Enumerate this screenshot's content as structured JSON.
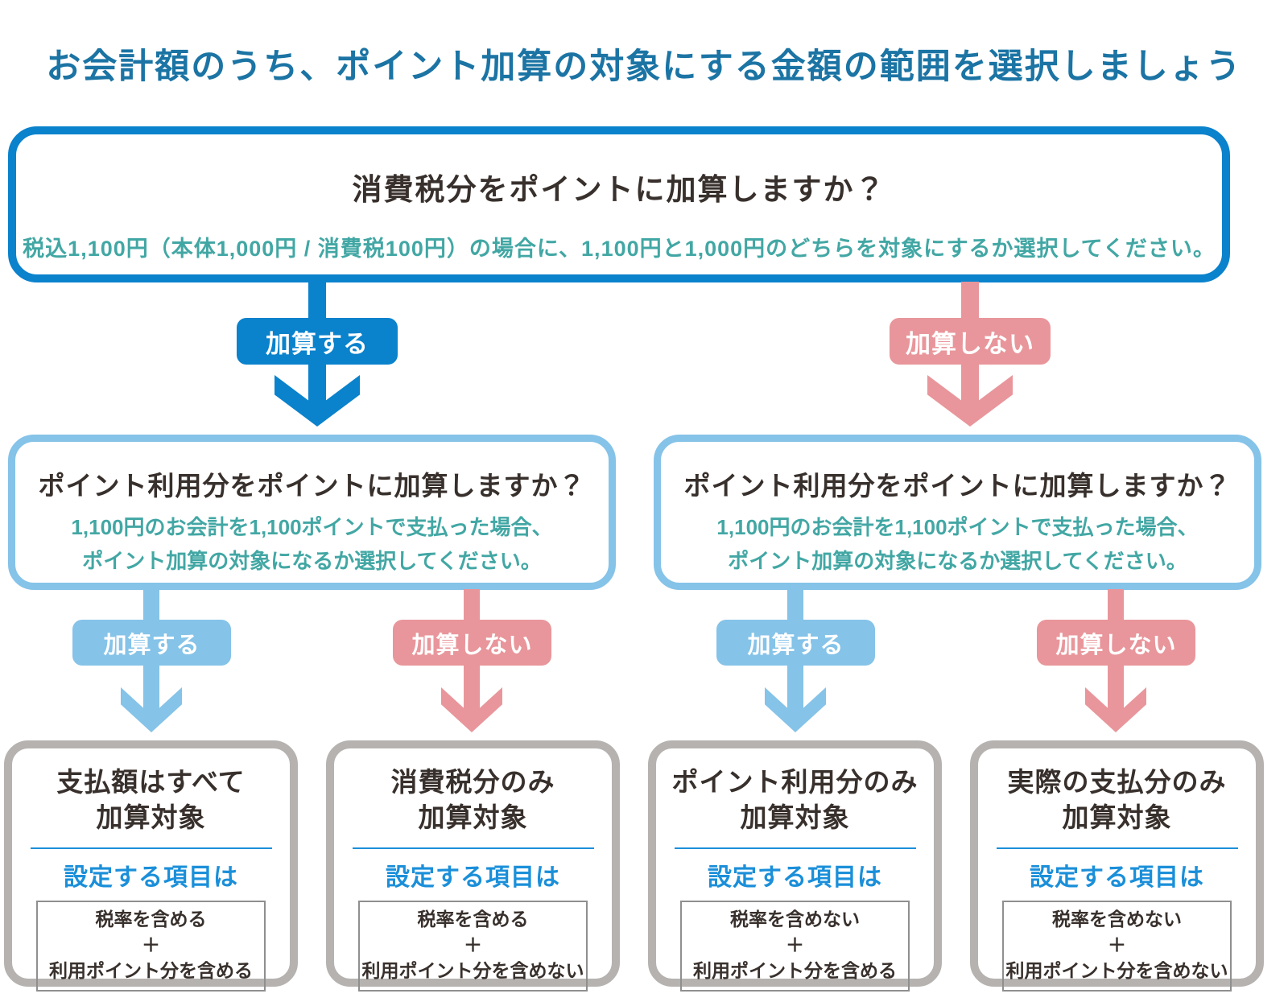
{
  "page": {
    "title": "お会計額のうち、ポイント加算の対象にする金額の範囲を選択しましょう"
  },
  "colors": {
    "blue": "#0a82cc",
    "light_blue": "#85c3e8",
    "pink": "#e8969b",
    "heading_blue": "#1b74a4",
    "teal": "#42a7a4",
    "accent_blue": "#1b8fd9",
    "dark_text": "#38302c",
    "gray_border": "#b5b2b0",
    "inner_border": "#8f8f8f"
  },
  "root_box": {
    "title": "消費税分をポイントに加算しますか？",
    "subtitle": "税込1,100円（本体1,000円 / 消費税100円）の場合に、1,100円と1,000円のどちらを対象にするか選択してください。"
  },
  "labels": {
    "add": "加算する",
    "no_add": "加算しない",
    "plus": "＋"
  },
  "level2_boxes": [
    {
      "title": "ポイント利用分をポイントに加算しますか？",
      "subtitle_line1": "1,100円のお会計を1,100ポイントで支払った場合、",
      "subtitle_line2": "ポイント加算の対象になるか選択してください。"
    },
    {
      "title": "ポイント利用分をポイントに加算しますか？",
      "subtitle_line1": "1,100円のお会計を1,100ポイントで支払った場合、",
      "subtitle_line2": "ポイント加算の対象になるか選択してください。"
    }
  ],
  "result_boxes": [
    {
      "title_line1": "支払額はすべて",
      "title_line2": "加算対象",
      "settings_label": "設定する項目は",
      "item1": "税率を含める",
      "item2": "利用ポイント分を含める"
    },
    {
      "title_line1": "消費税分のみ",
      "title_line2": "加算対象",
      "settings_label": "設定する項目は",
      "item1": "税率を含める",
      "item2": "利用ポイント分を含めない"
    },
    {
      "title_line1": "ポイント利用分のみ",
      "title_line2": "加算対象",
      "settings_label": "設定する項目は",
      "item1": "税率を含めない",
      "item2": "利用ポイント分を含める"
    },
    {
      "title_line1": "実際の支払分のみ",
      "title_line2": "加算対象",
      "settings_label": "設定する項目は",
      "item1": "税率を含めない",
      "item2": "利用ポイント分を含めない"
    }
  ]
}
